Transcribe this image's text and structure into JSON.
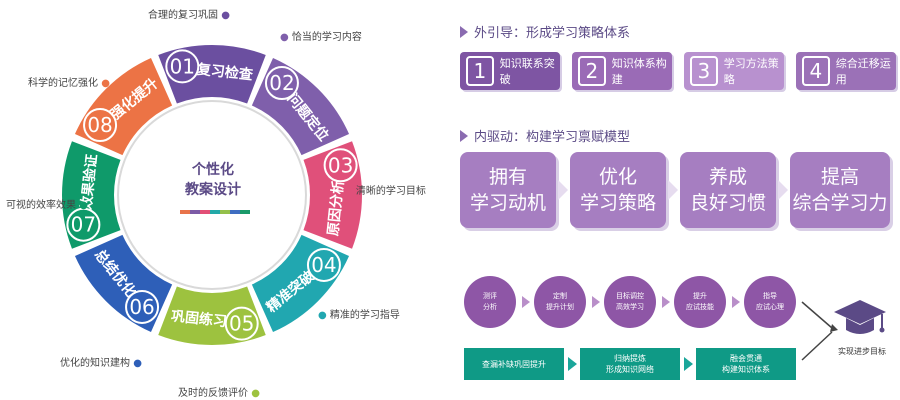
{
  "wheel": {
    "center_line1": "个性化",
    "center_line2": "教案设计",
    "center_bar_colors": [
      "#e8734a",
      "#7c5ba6",
      "#e24f76",
      "#23a9a8",
      "#94c04a",
      "#3e6dc1",
      "#1a9a6a"
    ],
    "segments": [
      {
        "num": "01",
        "label": "复习检查",
        "color": "#6b4fa0",
        "outer": "合理的复习巩固",
        "dot": "#6b4fa0"
      },
      {
        "num": "02",
        "label": "问题定位",
        "color": "#7f5fab",
        "outer": "恰当的学习内容",
        "dot": "#7f5fab"
      },
      {
        "num": "03",
        "label": "原因分析",
        "color": "#e0507a",
        "outer": "清晰的学习目标",
        "dot": "#e0507a"
      },
      {
        "num": "04",
        "label": "精准突破",
        "color": "#21a7b0",
        "outer": "精准的学习指导",
        "dot": "#21a7b0"
      },
      {
        "num": "05",
        "label": "巩固练习",
        "color": "#9dc23f",
        "outer": "及时的反馈评价",
        "dot": "#9dc23f"
      },
      {
        "num": "06",
        "label": "总结优化",
        "color": "#2e5fb8",
        "outer": "优化的知识建构",
        "dot": "#2e5fb8"
      },
      {
        "num": "07",
        "label": "效果验证",
        "color": "#0f9a6a",
        "outer": "可视的效率效果",
        "dot": "#0f9a6a"
      },
      {
        "num": "08",
        "label": "强化提升",
        "color": "#ec7345",
        "outer": "科学的记忆强化",
        "dot": "#ec7345"
      }
    ]
  },
  "outer_guide": {
    "title": "外引导：形成学习策略体系",
    "steps": [
      {
        "n": "1",
        "label": "知识联系突破",
        "color": "#7e55a3"
      },
      {
        "n": "2",
        "label": "知识体系构建",
        "color": "#9a6bb6"
      },
      {
        "n": "3",
        "label": "学习方法策略",
        "color": "#b891cf"
      },
      {
        "n": "4",
        "label": "综合迁移运用",
        "color": "#9b71b7"
      }
    ]
  },
  "inner_drive": {
    "title": "内驱动：构建学习禀赋模型",
    "boxes": [
      {
        "line1": "拥有",
        "line2": "学习动机"
      },
      {
        "line1": "优化",
        "line2": "学习策略"
      },
      {
        "line1": "养成",
        "line2": "良好习惯"
      },
      {
        "line1": "提高",
        "line2": "综合学习力"
      }
    ]
  },
  "flow": {
    "circles": [
      {
        "line1": "测评",
        "line2": "分析"
      },
      {
        "line1": "定制",
        "line2": "提升计划"
      },
      {
        "line1": "目标调控",
        "line2": "高效学习"
      },
      {
        "line1": "提升",
        "line2": "应试技能"
      },
      {
        "line1": "指导",
        "line2": "应试心理"
      }
    ],
    "green_boxes": [
      {
        "line1": "查漏补缺巩固提升",
        "line2": ""
      },
      {
        "line1": "归纳提炼",
        "line2": "形成知识网络"
      },
      {
        "line1": "融会贯通",
        "line2": "构建知识体系"
      }
    ],
    "goal": "实现进步目标"
  }
}
